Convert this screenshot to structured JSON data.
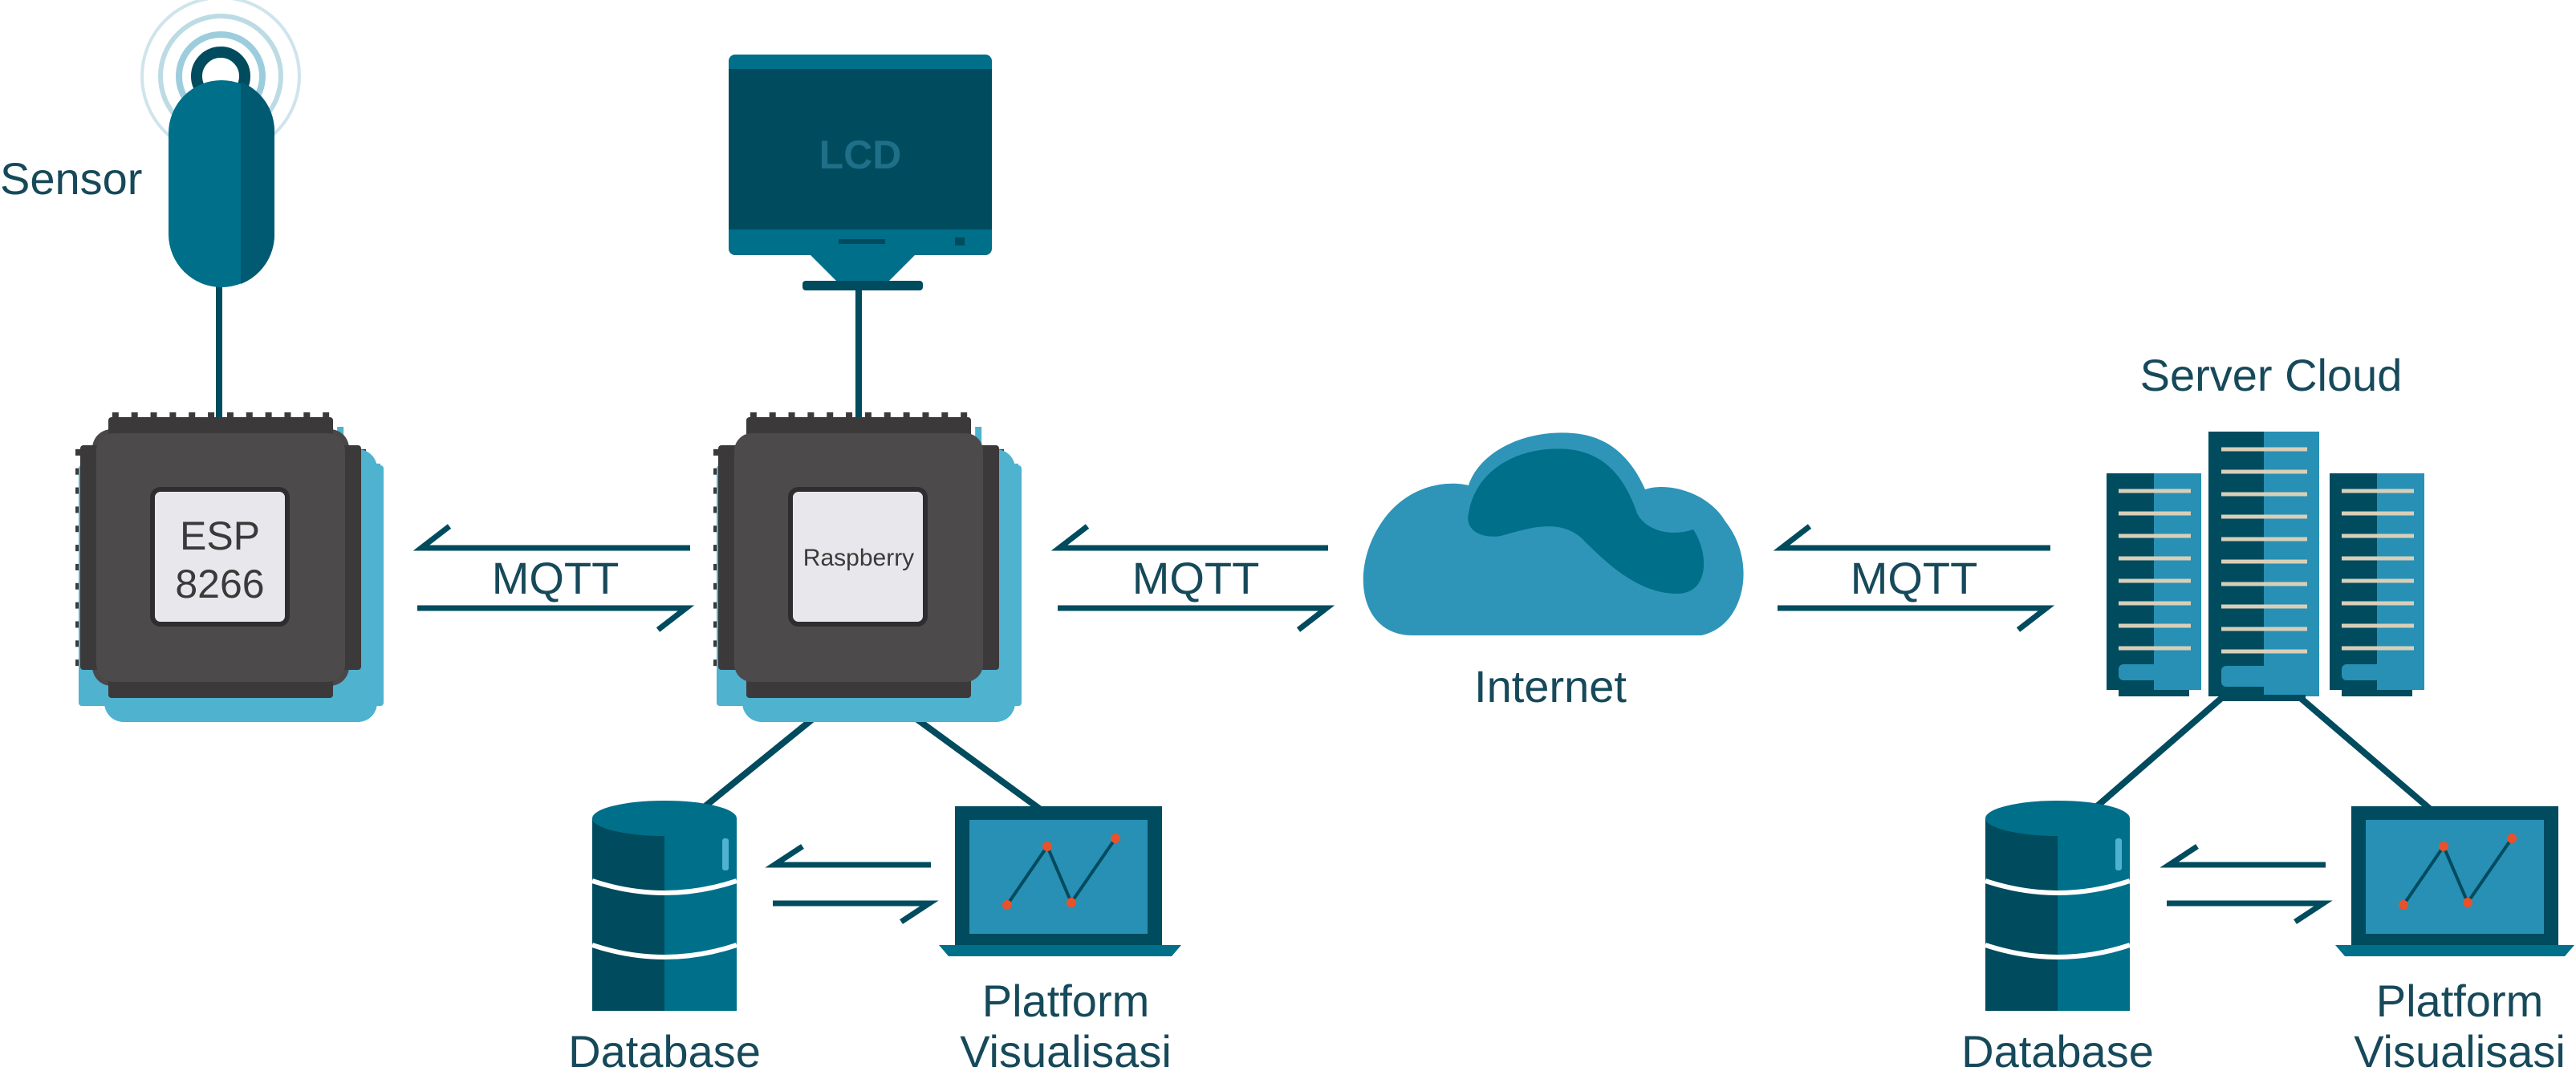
{
  "labels": {
    "sensor": "Sensor",
    "lcd": "LCD",
    "esp_line1": "ESP",
    "esp_line2": "8266",
    "raspberry": "Raspberry",
    "internet": "Internet",
    "server_cloud": "Server Cloud",
    "mqtt_1": "MQTT",
    "mqtt_2": "MQTT",
    "mqtt_3": "MQTT",
    "database_local": "Database",
    "platform_local_line1": "Platform",
    "platform_local_line2": "Visualisasi",
    "database_cloud": "Database",
    "platform_cloud_line1": "Platform",
    "platform_cloud_line2": "Visualisasi"
  },
  "colors": {
    "dark_teal": "#004b5e",
    "teal": "#006f8a",
    "light_teal": "#2790b4",
    "cloud": "#2e95b8",
    "chip_body": "#4a4749",
    "chip_core": "#e8e8ec",
    "label": "#16495a",
    "accent_dot": "#e8522a"
  },
  "icons": [
    "sensor-icon",
    "lcd-monitor-icon",
    "chip-icon",
    "cloud-icon",
    "server-rack-icon",
    "database-icon",
    "laptop-chart-icon"
  ]
}
